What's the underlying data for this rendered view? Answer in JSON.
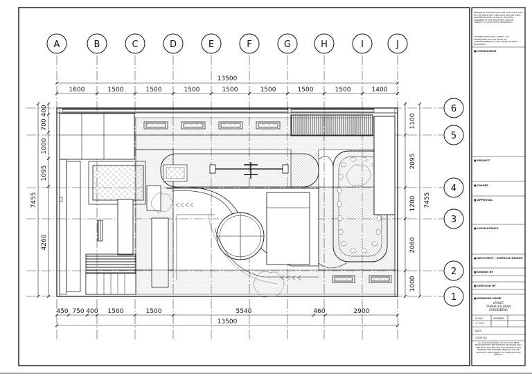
{
  "grid": {
    "columns": [
      "A",
      "B",
      "C",
      "D",
      "E",
      "F",
      "G",
      "H",
      "I",
      "J"
    ],
    "rows": [
      "6",
      "5",
      "4",
      "3",
      "2",
      "1"
    ]
  },
  "dimensions": {
    "top_total": "13500",
    "top_segments": [
      "1600",
      "1500",
      "1500",
      "1500",
      "1500",
      "1500",
      "1500",
      "1500",
      "1400"
    ],
    "bottom_total": "13500",
    "bottom_segments": [
      "450",
      "750",
      "400",
      "1500",
      "1500",
      "5540",
      "460",
      "2900"
    ],
    "left_total": "7455",
    "left_segments": [
      "400",
      "700",
      "1000",
      "1095",
      "4260"
    ],
    "right_total": "7455",
    "right_segments": [
      "1100",
      "2095",
      "1200",
      "2060",
      "1000"
    ]
  },
  "title_block": {
    "disclaimer_top": "DRAWINGS AND DESIGNS ARE THE COPYRIGHT OF THE ARCHITECT AND MUST NOT BE USED OR REPRODUCED WITHOUT WRITTEN CONSENT OF THE ARCHITECT AND OR SUBJECT TO STATUTORY APPROVALS.",
    "disclaimer_note": "CONTRACTORS SHALL VERIFY ALL DIMENSIONS ON SITE PRIOR TO COMMENCEMENT OF ANY WORK OR SHOP DRAWINGS.",
    "consultant": "CONSULTANT",
    "project": "PROJECT",
    "owner": "OWNER",
    "approval": "APPROVAL",
    "consultancy": "CONSULTANCY",
    "architect": "ARCHITECT / INTERIOR DESIGN",
    "drawn_by": "DRAWN BY",
    "checked_by": "CHECKED BY",
    "drawing_name_label": "DRAWING NAME",
    "drawing_title": [
      "LAYOUT",
      "TAMAN DOLANAN",
      "SONGKIBENG"
    ],
    "scale": "SCALE",
    "number": "NUMBER",
    "date_label": "DATE",
    "code_label": "CODE NO",
    "scale_value": "1 : 100",
    "disclaimer_bottom": "ALL SOLID DRAWINGS, AS THAT HAS BEEN PRODUCED FOR THE PURPOSE OF DESIGN ONLY AND MUST NOT BE USED FOR CONSTRUCTION WITHOUT THE WRITTEN APPROVAL OF THE ARCHITECT AND SUBJECT TO CONSTRUCTION DETAILS."
  }
}
